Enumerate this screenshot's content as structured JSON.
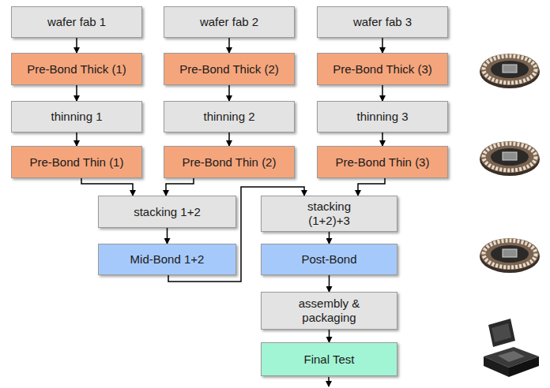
{
  "diagram": {
    "nodes": [
      {
        "text": [
          "wafer fab 1"
        ]
      },
      {
        "text": [
          "wafer fab 2"
        ]
      },
      {
        "text": [
          "wafer fab 3"
        ]
      },
      {
        "text": [
          "Pre-Bond Thick (1)"
        ]
      },
      {
        "text": [
          "Pre-Bond Thick (2)"
        ]
      },
      {
        "text": [
          "Pre-Bond Thick (3)"
        ]
      },
      {
        "text": [
          "thinning 1"
        ]
      },
      {
        "text": [
          "thinning 2"
        ]
      },
      {
        "text": [
          "thinning 3"
        ]
      },
      {
        "text": [
          "Pre-Bond Thin (1)"
        ]
      },
      {
        "text": [
          "Pre-Bond Thin (2)"
        ]
      },
      {
        "text": [
          "Pre-Bond Thin (3)"
        ]
      },
      {
        "text": [
          "stacking 1+2"
        ]
      },
      {
        "text": [
          "stacking (1+2)+3"
        ]
      },
      {
        "text": [
          "Mid-Bond 1+2"
        ]
      },
      {
        "text": [
          "Post-Bond"
        ]
      },
      {
        "text": [
          "assembly & packaging"
        ]
      },
      {
        "text": [
          "Final Test"
        ]
      }
    ],
    "edges": [
      {
        "from": 0,
        "to": 3,
        "arrow": "to"
      },
      {
        "from": 1,
        "to": 4,
        "arrow": "to"
      },
      {
        "from": 2,
        "to": 5,
        "arrow": "to"
      },
      {
        "from": 3,
        "to": 6,
        "arrow": "to"
      },
      {
        "from": 4,
        "to": 7,
        "arrow": "to"
      },
      {
        "from": 5,
        "to": 8,
        "arrow": "to"
      },
      {
        "from": 6,
        "to": 9,
        "arrow": "to"
      },
      {
        "from": 7,
        "to": 10,
        "arrow": "to"
      },
      {
        "from": 8,
        "to": 11,
        "arrow": "to"
      },
      {
        "from": 9,
        "to": 12,
        "arrow": "to"
      },
      {
        "from": 10,
        "to": 12,
        "arrow": "to"
      },
      {
        "from": 11,
        "to": 13,
        "arrow": "to"
      },
      {
        "from": 12,
        "to": 14,
        "arrow": "to"
      },
      {
        "from": 14,
        "to": 13,
        "arrow": "to"
      },
      {
        "from": 13,
        "to": 15,
        "arrow": "to"
      },
      {
        "from": 15,
        "to": 16,
        "arrow": "to"
      },
      {
        "from": 16,
        "to": 17,
        "arrow": "to"
      }
    ]
  }
}
